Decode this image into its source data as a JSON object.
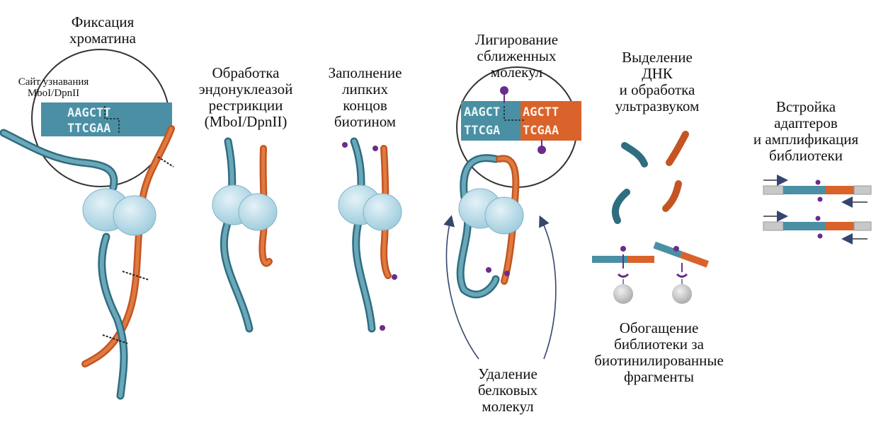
{
  "labels": {
    "step1": [
      "Фиксация",
      "хроматина"
    ],
    "site": [
      "Сайт узнавания",
      "MboI/DpnII"
    ],
    "step2": [
      "Обработка",
      "эндонуклеазой",
      "рестрикции",
      "(MboI/DpnII)"
    ],
    "step3": [
      "Заполнение",
      "липких",
      "концов",
      "биотином"
    ],
    "step4": [
      "Лигирование",
      "сближенных",
      "молекул"
    ],
    "step4b": [
      "Удаление",
      "белковых",
      "молекул"
    ],
    "step5": [
      "Выделение",
      "ДНК",
      "и обработка",
      "ультразвуком"
    ],
    "step5b": [
      "Обогащение",
      "библиотеки за",
      "биотинилированные",
      "фрагменты"
    ],
    "step6": [
      "Встройка",
      "адаптеров",
      "и амплификация",
      "библиотеки"
    ]
  },
  "sequences": {
    "site_top": "AAGCTT",
    "site_bottom": "TTCGAA",
    "lig_left_top": "AAGCT",
    "lig_left_bottom": "TTCGA",
    "lig_right_top": "AGCTT",
    "lig_right_bottom": "TCGAA"
  },
  "colors": {
    "blue_dna": "#4a8fa3",
    "orange_dna": "#d9632b",
    "protein": "#bcdde8",
    "biotin": "#6b2c8a",
    "bead": "#cfcfcf",
    "arrow": "#35466e"
  }
}
